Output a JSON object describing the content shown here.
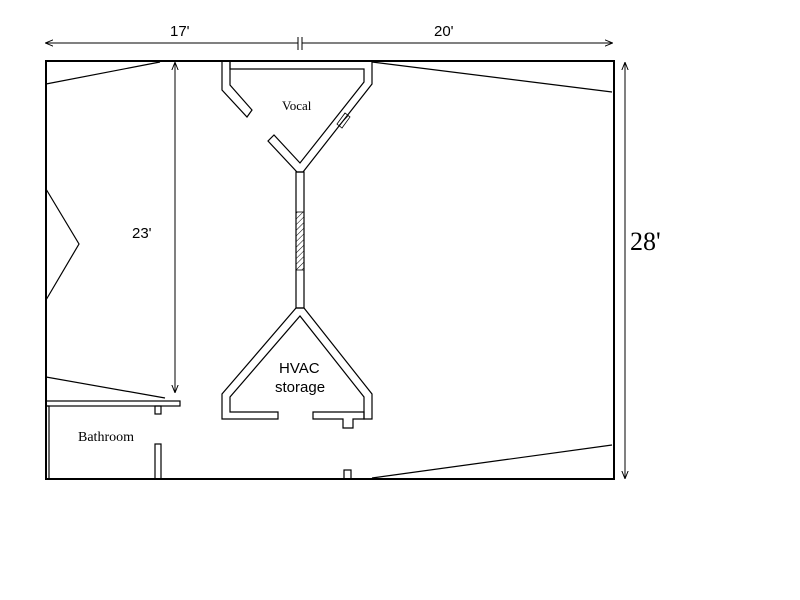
{
  "dimensions": {
    "left_width": "17'",
    "right_width": "20'",
    "depth": "23'",
    "total_depth": "28'"
  },
  "rooms": {
    "vocal": "Vocal",
    "hvac_line1": "HVAC",
    "hvac_line2": "storage",
    "bathroom": "Bathroom"
  }
}
